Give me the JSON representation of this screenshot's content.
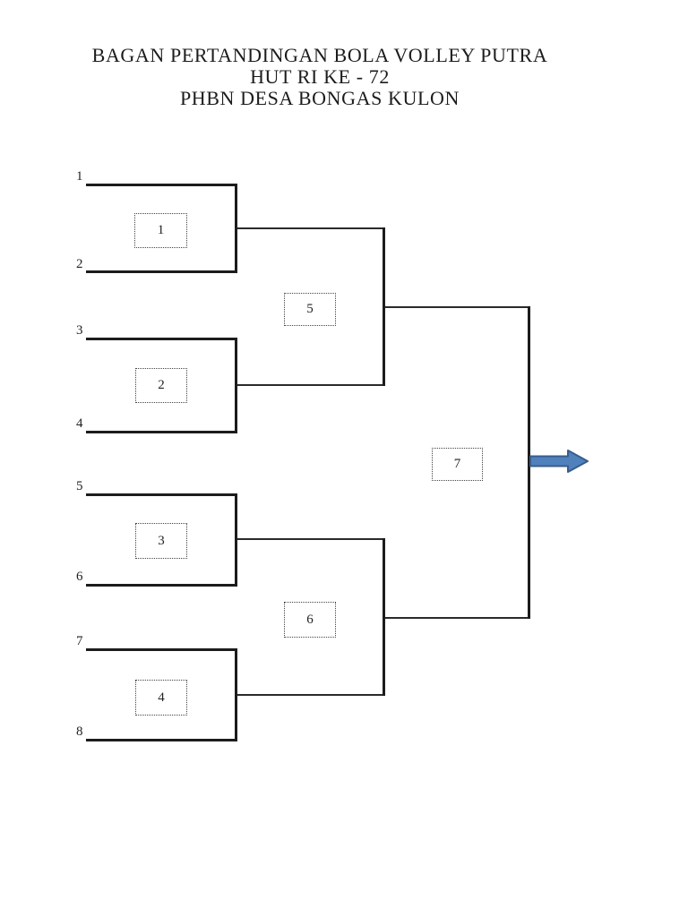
{
  "page": {
    "title_lines": [
      "BAGAN PERTANDINGAN BOLA VOLLEY PUTRA",
      "HUT RI KE - 72",
      "PHBN DESA BONGAS KULON"
    ]
  },
  "bracket": {
    "seeds": [
      {
        "label": "1"
      },
      {
        "label": "2"
      },
      {
        "label": "3"
      },
      {
        "label": "4"
      },
      {
        "label": "5"
      },
      {
        "label": "6"
      },
      {
        "label": "7"
      },
      {
        "label": "8"
      }
    ],
    "matches": [
      {
        "number": "1"
      },
      {
        "number": "2"
      },
      {
        "number": "3"
      },
      {
        "number": "4"
      },
      {
        "number": "5"
      },
      {
        "number": "6"
      },
      {
        "number": "7"
      }
    ],
    "winner_arrow": {
      "fill": "#4f81bd",
      "stroke": "#385d8a"
    },
    "line_color": "#1c1c1c"
  }
}
